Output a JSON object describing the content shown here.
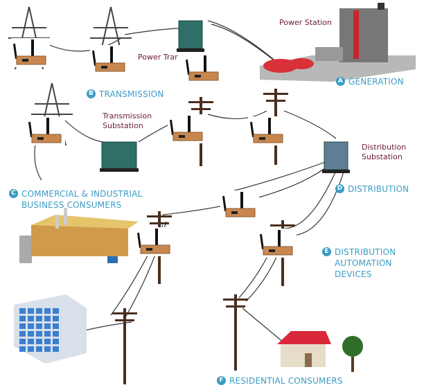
{
  "labels": {
    "power_station": "Power Station",
    "power_transformer": "Power Trar",
    "transmission_substation": [
      "Transmission",
      "Substation"
    ],
    "distribution_substation": [
      "Distribution",
      "Substation"
    ]
  },
  "sections": [
    {
      "letter": "A",
      "lines": [
        "GENERATION"
      ]
    },
    {
      "letter": "B",
      "lines": [
        "TRANSMISSION"
      ]
    },
    {
      "letter": "C",
      "lines": [
        "COMMERCIAL & INDUSTRIAL",
        "BUSINESS CONSUMERS"
      ]
    },
    {
      "letter": "D",
      "lines": [
        "DISTRIBUTION"
      ]
    },
    {
      "letter": "E",
      "lines": [
        "DISTRIBUTION",
        "AUTOMATION",
        "DEVICES"
      ]
    },
    {
      "letter": "F",
      "lines": [
        "RESIDENTIAL CONSUMERS"
      ]
    }
  ],
  "colors": {
    "accent": "#3a9cc4",
    "label": "#6b1a3a",
    "transformer": "#2f6f68",
    "router": "#c8874f",
    "generator": "#d9303a"
  }
}
